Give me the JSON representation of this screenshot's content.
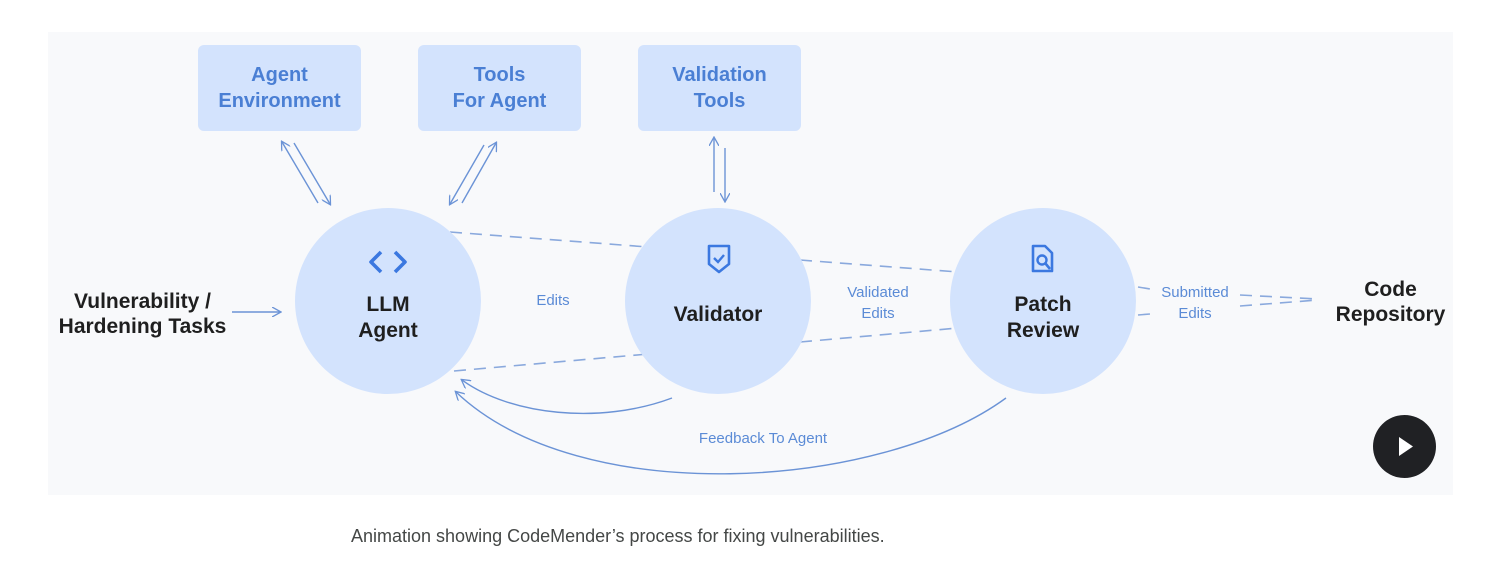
{
  "diagram": {
    "top_boxes": [
      {
        "label": "Agent\nEnvironment"
      },
      {
        "label": "Tools\nFor Agent"
      },
      {
        "label": "Validation\nTools"
      }
    ],
    "nodes": [
      {
        "label": "LLM\nAgent",
        "icon": "code-brackets-icon"
      },
      {
        "label": "Validator",
        "icon": "shield-check-icon"
      },
      {
        "label": "Patch\nReview",
        "icon": "document-search-icon"
      }
    ],
    "input_label": "Vulnerability /\nHardening Tasks",
    "output_label": "Code\nRepository",
    "edge_labels": {
      "edits": "Edits",
      "validated_edits": "Validated\nEdits",
      "submitted_edits": "Submitted\nEdits",
      "feedback": "Feedback To Agent"
    },
    "colors": {
      "node_fill": "#d3e3fd",
      "accent": "#4a7fd4",
      "line": "#6b93d6",
      "dark_text": "#1f1f1f"
    }
  },
  "player": {
    "play_icon": "play-icon"
  },
  "caption": "Animation showing CodeMender’s process for fixing vulnerabilities."
}
